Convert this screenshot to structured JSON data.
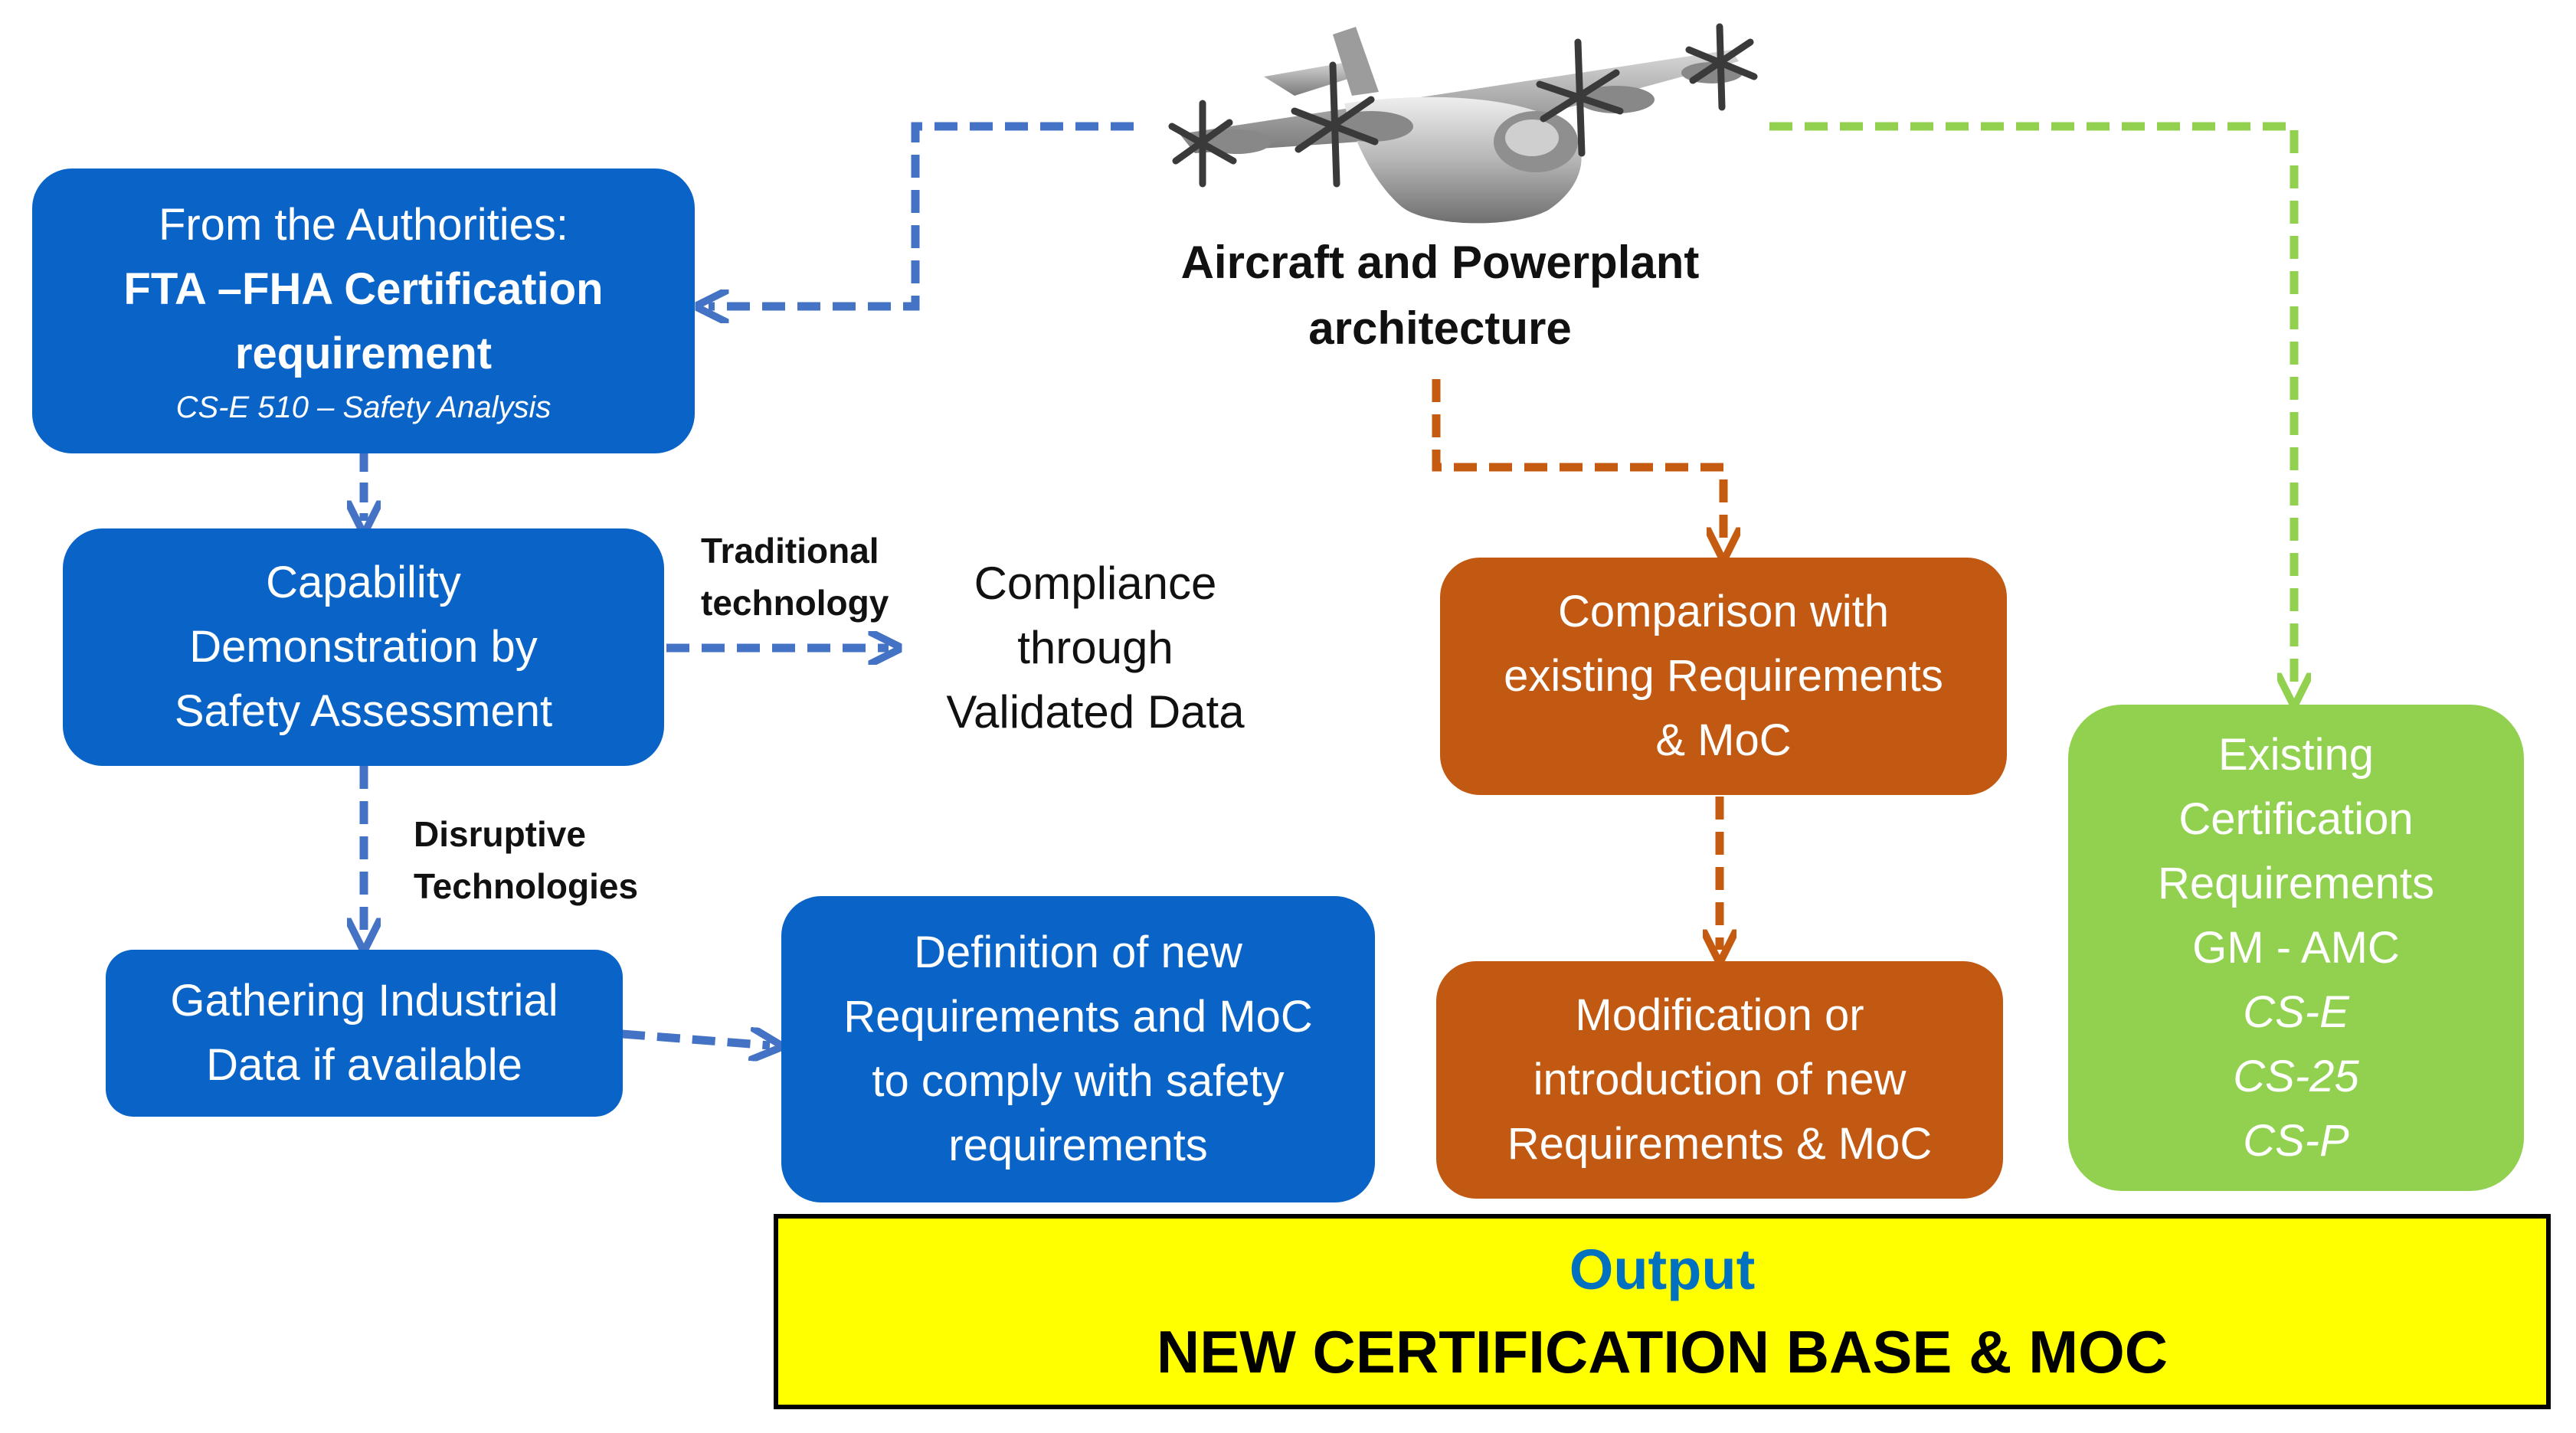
{
  "colors": {
    "blue": "#0a64c8",
    "orange": "#c25912",
    "green": "#92d050",
    "blue_connector": "#4472c4",
    "orange_connector": "#c55a11",
    "green_connector": "#92d050",
    "output_fill": "#ffff00",
    "output_heading": "#0070c0"
  },
  "aircraft": {
    "icon": "turboprop-aircraft-icon",
    "caption_line1": "Aircraft and Powerplant",
    "caption_line2": "architecture"
  },
  "authorities_box": {
    "line1": "From the Authorities:",
    "line2": "FTA –FHA Certification",
    "line3": "requirement",
    "reference": "CS-E 510 – Safety Analysis"
  },
  "capability_box": {
    "line1": "Capability",
    "line2": "Demonstration by",
    "line3": "Safety Assessment"
  },
  "traditional_label": {
    "line1": "Traditional",
    "line2": "technology"
  },
  "compliance_text": {
    "line1": "Compliance",
    "line2": "through",
    "line3": "Validated Data"
  },
  "disruptive_label": {
    "line1": "Disruptive",
    "line2": "Technologies"
  },
  "gathering_box": {
    "line1": "Gathering Industrial",
    "line2": "Data if available"
  },
  "definition_box": {
    "line1": "Definition of new",
    "line2": "Requirements and MoC",
    "line3": "to comply with safety",
    "line4": "requirements"
  },
  "comparison_box": {
    "line1": "Comparison with",
    "line2": "existing Requirements",
    "line3": "& MoC"
  },
  "modification_box": {
    "line1": "Modification or",
    "line2": "introduction of new",
    "line3": "Requirements & MoC"
  },
  "existing_box": {
    "line1": "Existing",
    "line2": "Certification",
    "line3": "Requirements",
    "line4": "GM - AMC",
    "line5": "CS-E",
    "line6": "CS-25",
    "line7": "CS-P"
  },
  "output": {
    "heading": "Output",
    "body": "NEW CERTIFICATION BASE & MOC"
  }
}
